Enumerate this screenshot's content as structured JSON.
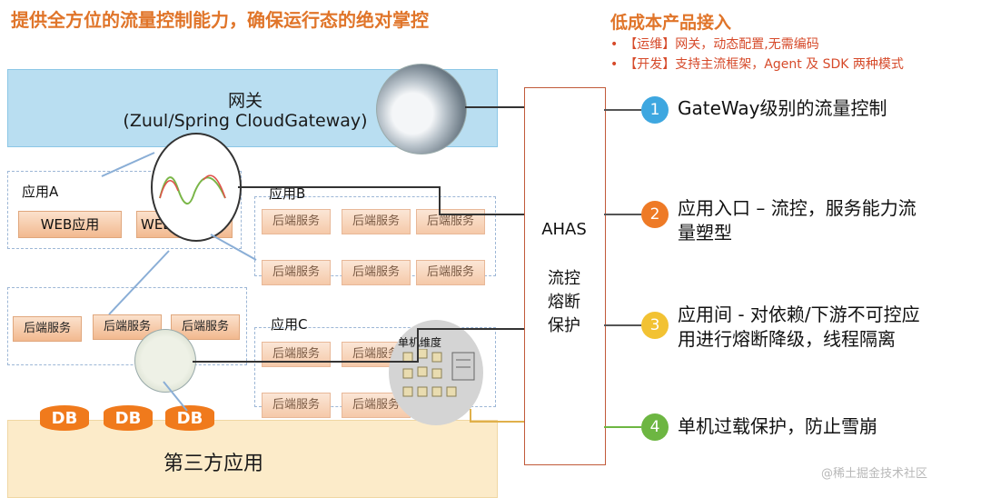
{
  "title": "提供全方位的流量控制能力，确保运行态的绝对掌控",
  "right_header": {
    "title": "低成本产品接入",
    "bullets": [
      "•　【运维】网关，动态配置,无需编码",
      "•　【开发】支持主流框架，Agent 及 SDK 两种模式"
    ]
  },
  "gateway": {
    "line1": "网关",
    "line2": "(Zuul/Spring CloudGateway)"
  },
  "third_party": "第三方应用",
  "app_a": {
    "label": "应用A",
    "web1": "WEB应用",
    "web2": "WEB"
  },
  "app_b": {
    "label": "应用B",
    "services": [
      "后端服务",
      "后端服务",
      "后端服务",
      "后端服务",
      "后端服务",
      "后端服务"
    ]
  },
  "app_c": {
    "label": "应用C",
    "services": [
      "后端服务",
      "后端服务",
      "后端服务",
      "后端服务"
    ],
    "single_dim": "单机维度"
  },
  "left_group": {
    "services": [
      "后端服务",
      "后端服务",
      "后端服务"
    ]
  },
  "dbs": [
    "DB",
    "DB",
    "DB"
  ],
  "ahas": {
    "name": "AHAS",
    "l1": "流控",
    "l2": "熔断",
    "l3": "保护"
  },
  "items": [
    {
      "num": "1",
      "line1": "GateWay级别的流量控制",
      "line2": "",
      "color": "#3ea7e0"
    },
    {
      "num": "2",
      "line1": "应用入口 – 流控，服务能力流",
      "line2": "量塑型",
      "color": "#ee7a26"
    },
    {
      "num": "3",
      "line1": "应用间 - 对依赖/下游不可控应",
      "line2": "用进行熔断降级，线程隔离",
      "color": "#f2c233"
    },
    {
      "num": "4",
      "line1": "单机过载保护，防止雪崩",
      "line2": "",
      "color": "#6db642"
    }
  ],
  "watermark": "@稀土掘金技术社区"
}
